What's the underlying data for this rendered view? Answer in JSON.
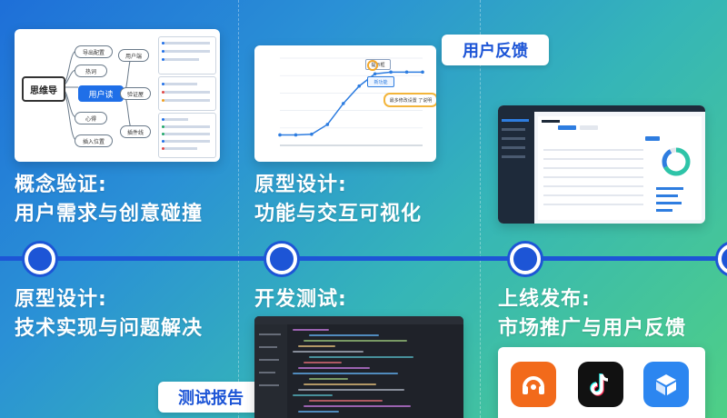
{
  "stages": [
    {
      "title_line1": "概念验证:",
      "title_line2": "用户需求与创意碰撞"
    },
    {
      "title_line1": "原型设计:",
      "title_line2": "功能与交互可视化"
    },
    {
      "title_line1": "原型设计:",
      "title_line2": "技术实现与问题解决"
    },
    {
      "title_line1": "开发测试:",
      "title_line2": ""
    },
    {
      "title_line1": "上线发布:",
      "title_line2": "市场推广与用户反馈"
    }
  ],
  "labels": {
    "user_feedback": "用户反馈",
    "test_report": "测试报告"
  },
  "mindmap": {
    "root": "思维导",
    "center": "用户读",
    "left_nodes": [
      "导出配置",
      "热词",
      "心得",
      "插入位置"
    ],
    "right_nodes": [
      "用户端",
      "验证屋",
      "插件线"
    ]
  },
  "line_chart": {
    "callout_label": "提示框",
    "callout_sub": "新功能",
    "callout_note": "最多修改设置 了说明"
  },
  "chart_data": {
    "type": "line",
    "x": [
      1,
      2,
      3,
      4,
      5,
      6,
      7,
      8,
      9,
      10
    ],
    "values": [
      30,
      30,
      32,
      60,
      120,
      170,
      205,
      210,
      210,
      210
    ],
    "ylim": [
      0,
      250
    ]
  },
  "apps": [
    {
      "name": "headset-app-icon",
      "color": "#f26a1b"
    },
    {
      "name": "tiktok-app-icon",
      "color": "#111111"
    },
    {
      "name": "box-app-icon",
      "color": "#2c86f0"
    }
  ],
  "colors": {
    "accent": "#1d55d6"
  }
}
